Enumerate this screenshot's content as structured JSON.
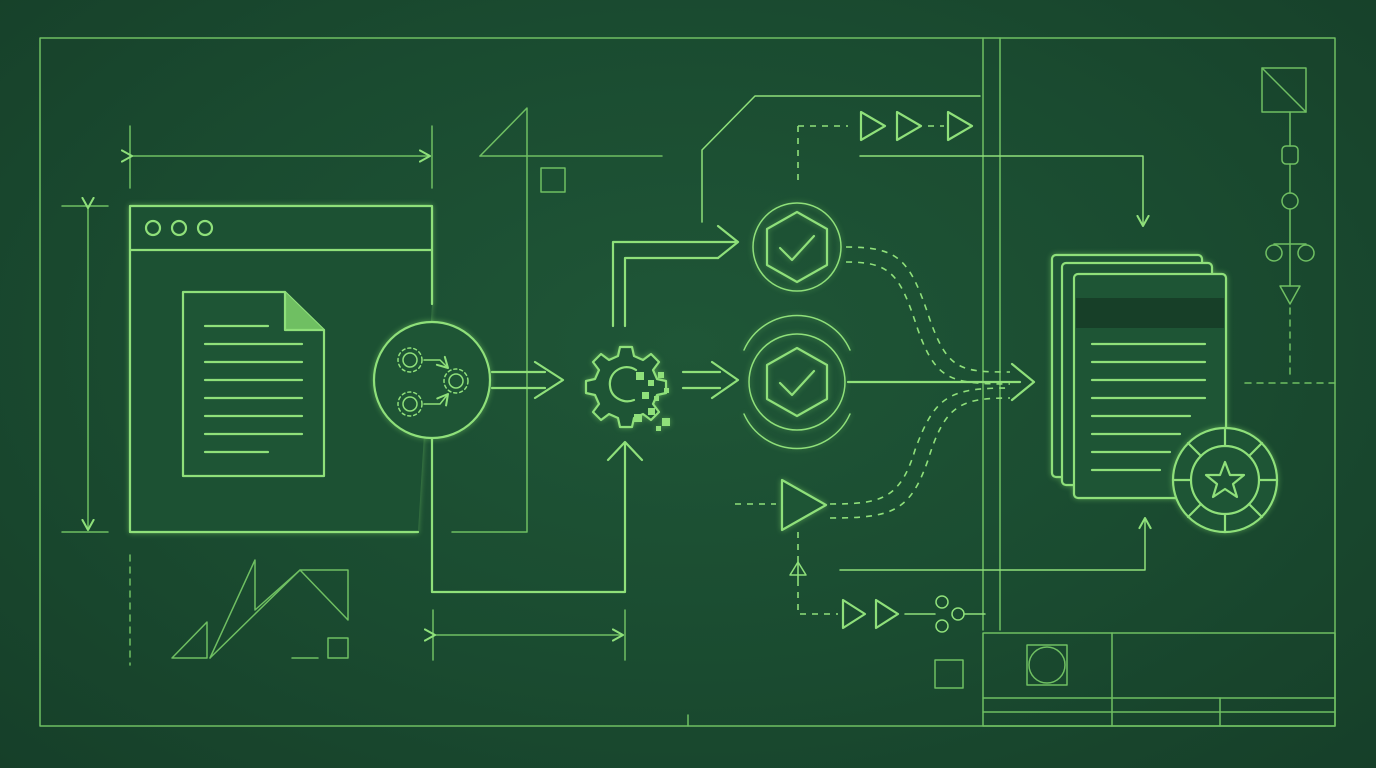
{
  "colors": {
    "background": "#1a4b30",
    "line": "#8fe07a",
    "line_dim": "#6fbf62",
    "fill": "#1e5535",
    "header_band": "#173f28"
  },
  "diagram": {
    "title": "",
    "nodes": [
      {
        "id": "source-document",
        "kind": "browser-window-with-document",
        "icon": "document-icon"
      },
      {
        "id": "processing-hub",
        "kind": "circle",
        "icon": "gears-icon"
      },
      {
        "id": "transform",
        "kind": "gear-with-pixels",
        "icon": "gear-pixel-icon"
      },
      {
        "id": "validation-top",
        "kind": "shield-check",
        "icon": "shield-check-icon"
      },
      {
        "id": "validation-mid",
        "kind": "shield-check",
        "icon": "shield-check-icon"
      },
      {
        "id": "filter-stage",
        "kind": "triangle",
        "icon": "play-triangle-icon"
      },
      {
        "id": "output-documents",
        "kind": "document-stack",
        "icon": "documents-stack-icon"
      },
      {
        "id": "certification-seal",
        "kind": "badge",
        "icon": "star-seal-icon"
      }
    ],
    "edges": [
      {
        "from": "source-document",
        "to": "processing-hub",
        "style": "solid"
      },
      {
        "from": "processing-hub",
        "to": "transform",
        "style": "solid"
      },
      {
        "from": "source-document",
        "to": "transform",
        "style": "solid"
      },
      {
        "from": "transform",
        "to": "validation-top",
        "style": "solid"
      },
      {
        "from": "transform",
        "to": "validation-mid",
        "style": "solid"
      },
      {
        "from": "validation-top",
        "to": "output-documents",
        "style": "dashed"
      },
      {
        "from": "validation-mid",
        "to": "output-documents",
        "style": "solid"
      },
      {
        "from": "filter-stage",
        "to": "output-documents",
        "style": "dashed"
      }
    ],
    "title_block": {
      "icon": "drafting-symbol-icon"
    }
  }
}
